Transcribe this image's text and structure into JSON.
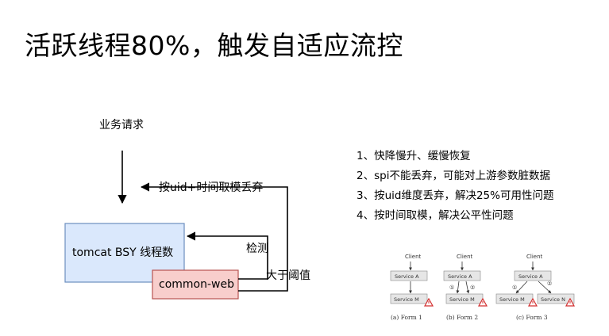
{
  "title": "活跃线程80%，触发自适应流控",
  "diagram": {
    "request_label": "业务请求",
    "drop_label": "按uid+时间取模丢弃",
    "tomcat_label": "tomcat BSY 线程数",
    "common_label": "common-web",
    "detect_label": "检测",
    "threshold_label": "大于阈值",
    "colors": {
      "tomcat_fill": "#dae8fc",
      "tomcat_stroke": "#6c8ebf",
      "common_fill": "#f8cecc",
      "common_stroke": "#b85450"
    }
  },
  "notes": [
    "1、快降慢升、缓慢恢复",
    "2、spi不能丢弃，可能对上游参数脏数据",
    "3、按uid维度丢弃，解决25%可用性问题",
    "4、按时间取模，解决公平性问题"
  ],
  "figure": {
    "client_label": "Client",
    "service_a": "Service A",
    "service_m": "Service M",
    "service_n": "Service N",
    "marker_1": "①",
    "marker_2": "②",
    "warning_icon": "warning-triangle",
    "captions": [
      "(a) Form 1",
      "(b) Form 2",
      "(c) Form 3"
    ]
  }
}
